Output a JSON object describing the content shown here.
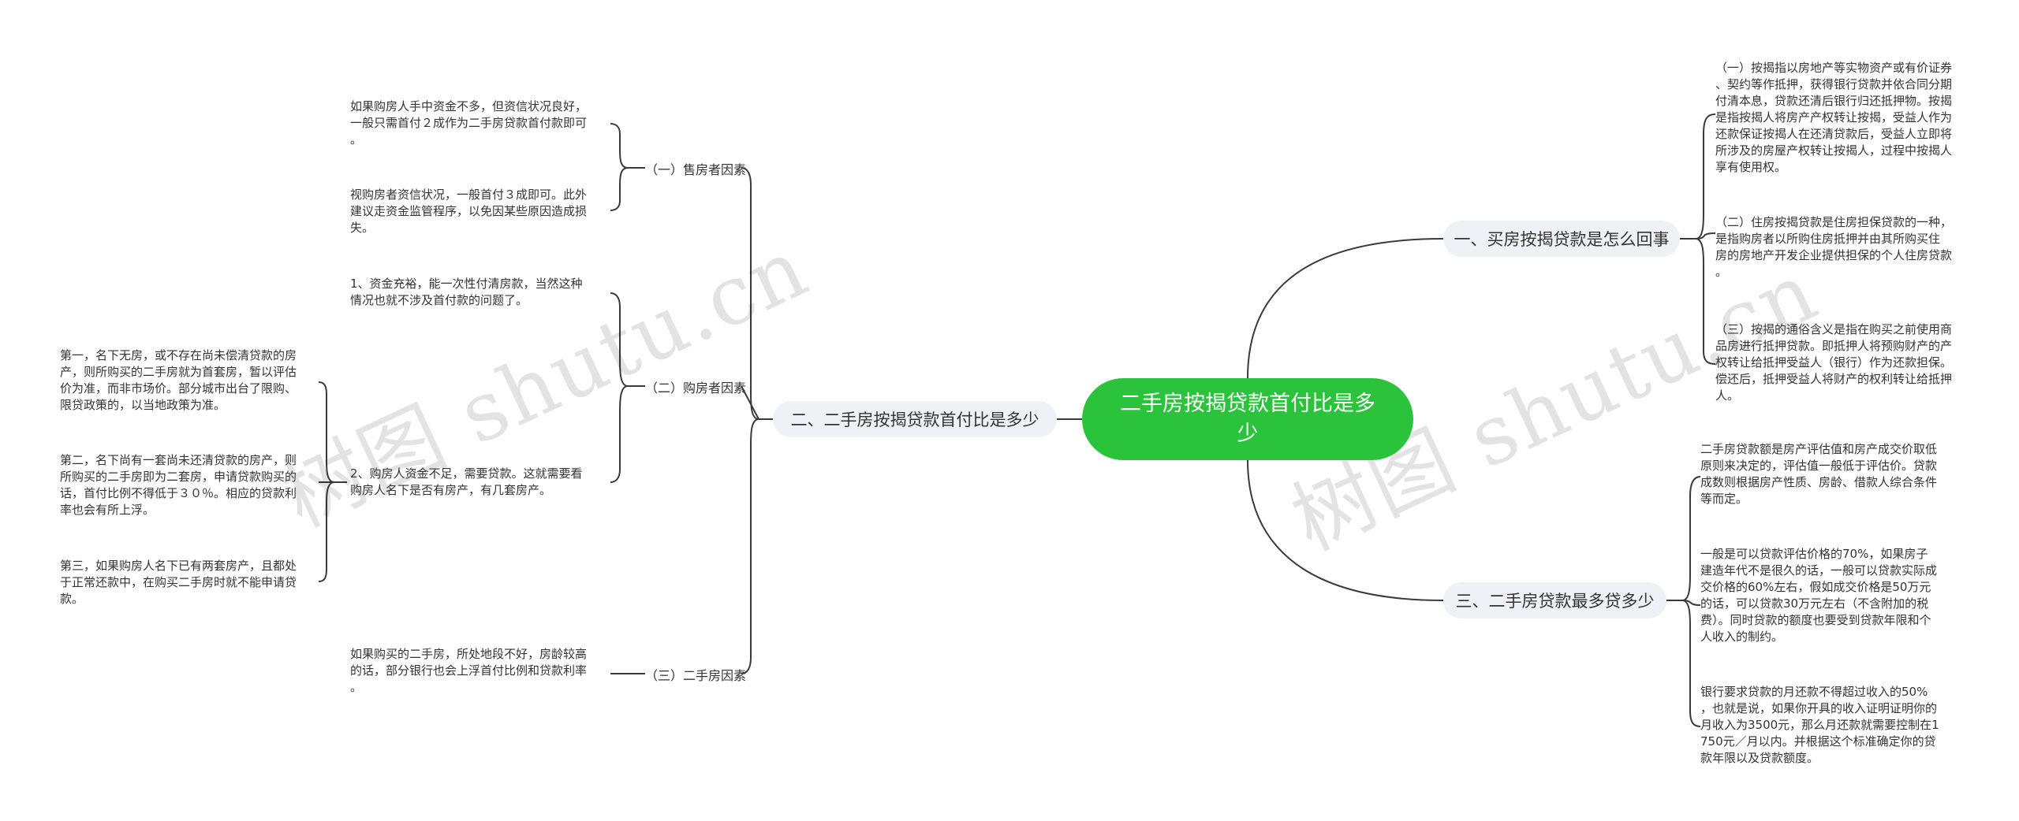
{
  "root": {
    "title": "二手房按揭贷款首付比是多少"
  },
  "branches": {
    "b1": {
      "label": "一、买房按揭贷款是怎么回事"
    },
    "b2": {
      "label": "二、二手房按揭贷款首付比是多少"
    },
    "b3": {
      "label": "三、二手房贷款最多贷多少"
    }
  },
  "b1_notes": {
    "n1": "（一）按揭指以房地产等实物资产或有价证券\n、契约等作抵押，获得银行贷款并依合同分期\n付清本息，贷款还清后银行归还抵押物。按揭\n是指按揭人将房产产权转让按揭，受益人作为\n还款保证按揭人在还清贷款后，受益人立即将\n所涉及的房屋产权转让按揭人，过程中按揭人\n享有使用权。",
    "n2": "（二）住房按揭贷款是住房担保贷款的一种，\n是指购房者以所购住房抵押并由其所购买住\n房的房地产开发企业提供担保的个人住房贷款\n。",
    "n3": "（三）按揭的通俗含义是指在购买之前使用商\n品房进行抵押贷款。即抵押人将预购财产的产\n权转让给抵押受益人（银行）作为还款担保。\n偿还后，抵押受益人将财产的权利转让给抵押\n人。"
  },
  "b2_subs": {
    "s1": {
      "label": "（一）售房者因素"
    },
    "s2": {
      "label": "（二）购房者因素"
    },
    "s3": {
      "label": "（三）二手房因素"
    }
  },
  "s1_notes": {
    "n1": "如果购房人手中资金不多，但资信状况良好，\n一般只需首付２成作为二手房贷款首付款即可\n。",
    "n2": "视购房者资信状况，一般首付３成即可。此外\n建议走资金监管程序，以免因某些原因造成损\n失。"
  },
  "s2_notes": {
    "n1": "1、资金充裕，能一次性付清房款，当然这种\n情况也就不涉及首付款的问题了。",
    "n2": "2、购房人资金不足，需要贷款。这就需要看\n购房人名下是否有房产，有几套房产。"
  },
  "s2n2_notes": {
    "n1": "第一，名下无房，或不存在尚未偿清贷款的房\n产，则所购买的二手房就为首套房，暂以评估\n价为准，而非市场价。部分城市出台了限购、\n限贷政策的，以当地政策为准。",
    "n2": "第二，名下尚有一套尚未还清贷款的房产，则\n所购买的二手房即为二套房，申请贷款购买的\n话，首付比例不得低于３０％。相应的贷款利\n率也会有所上浮。",
    "n3": "第三，如果购房人名下已有两套房产，且都处\n于正常还款中，在购买二手房时就不能申请贷\n款。"
  },
  "s3_notes": {
    "n1": "如果购买的二手房，所处地段不好，房龄较高\n的话，部分银行也会上浮首付比例和贷款利率\n。"
  },
  "b3_notes": {
    "n1": "二手房贷款额是房产评估值和房产成交价取低\n原则来决定的，评估值一般低于评估价。贷款\n成数则根据房产性质、房龄、借款人综合条件\n等而定。",
    "n2": "一般是可以贷款评估价格的70%，如果房子\n建造年代不是很久的话，一般可以贷款实际成\n交价格的60%左右，假如成交价格是50万元\n的话，可以贷款30万元左右（不含附加的税\n费）。同时贷款的额度也要受到贷款年限和个\n人收入的制约。",
    "n3": "银行要求贷款的月还款不得超过收入的50%\n，也就是说，如果你开具的收入证明证明你的\n月收入为3500元，那么月还款就需要控制在1\n750元／月以内。并根据这个标准确定你的贷\n款年限以及贷款额度。"
  },
  "watermarks": {
    "w1": "树图 shutu.cn",
    "w2": "树图 shutu.cn"
  },
  "colors": {
    "root_bg": "#2bc23c",
    "branch_bg": "#eef1f5",
    "line": "#3a3a3a"
  }
}
